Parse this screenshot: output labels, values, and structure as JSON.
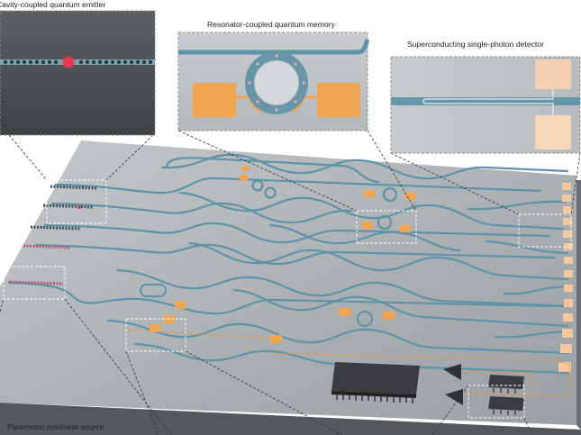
{
  "labels": {
    "cavity": "Cavity-coupled quantum emitter",
    "memory": "Resonator-coupled quantum memory",
    "detector": "Superconducting single-photon detector",
    "source": "Parametric nonlinear source"
  },
  "colors": {
    "waveguide": "#5f93a8",
    "electrode": "#f0a552",
    "emitter": "#e8394e",
    "chip_top": "#aeb3b6",
    "chip_side": "#505355",
    "ic": "#3a3c3f"
  }
}
